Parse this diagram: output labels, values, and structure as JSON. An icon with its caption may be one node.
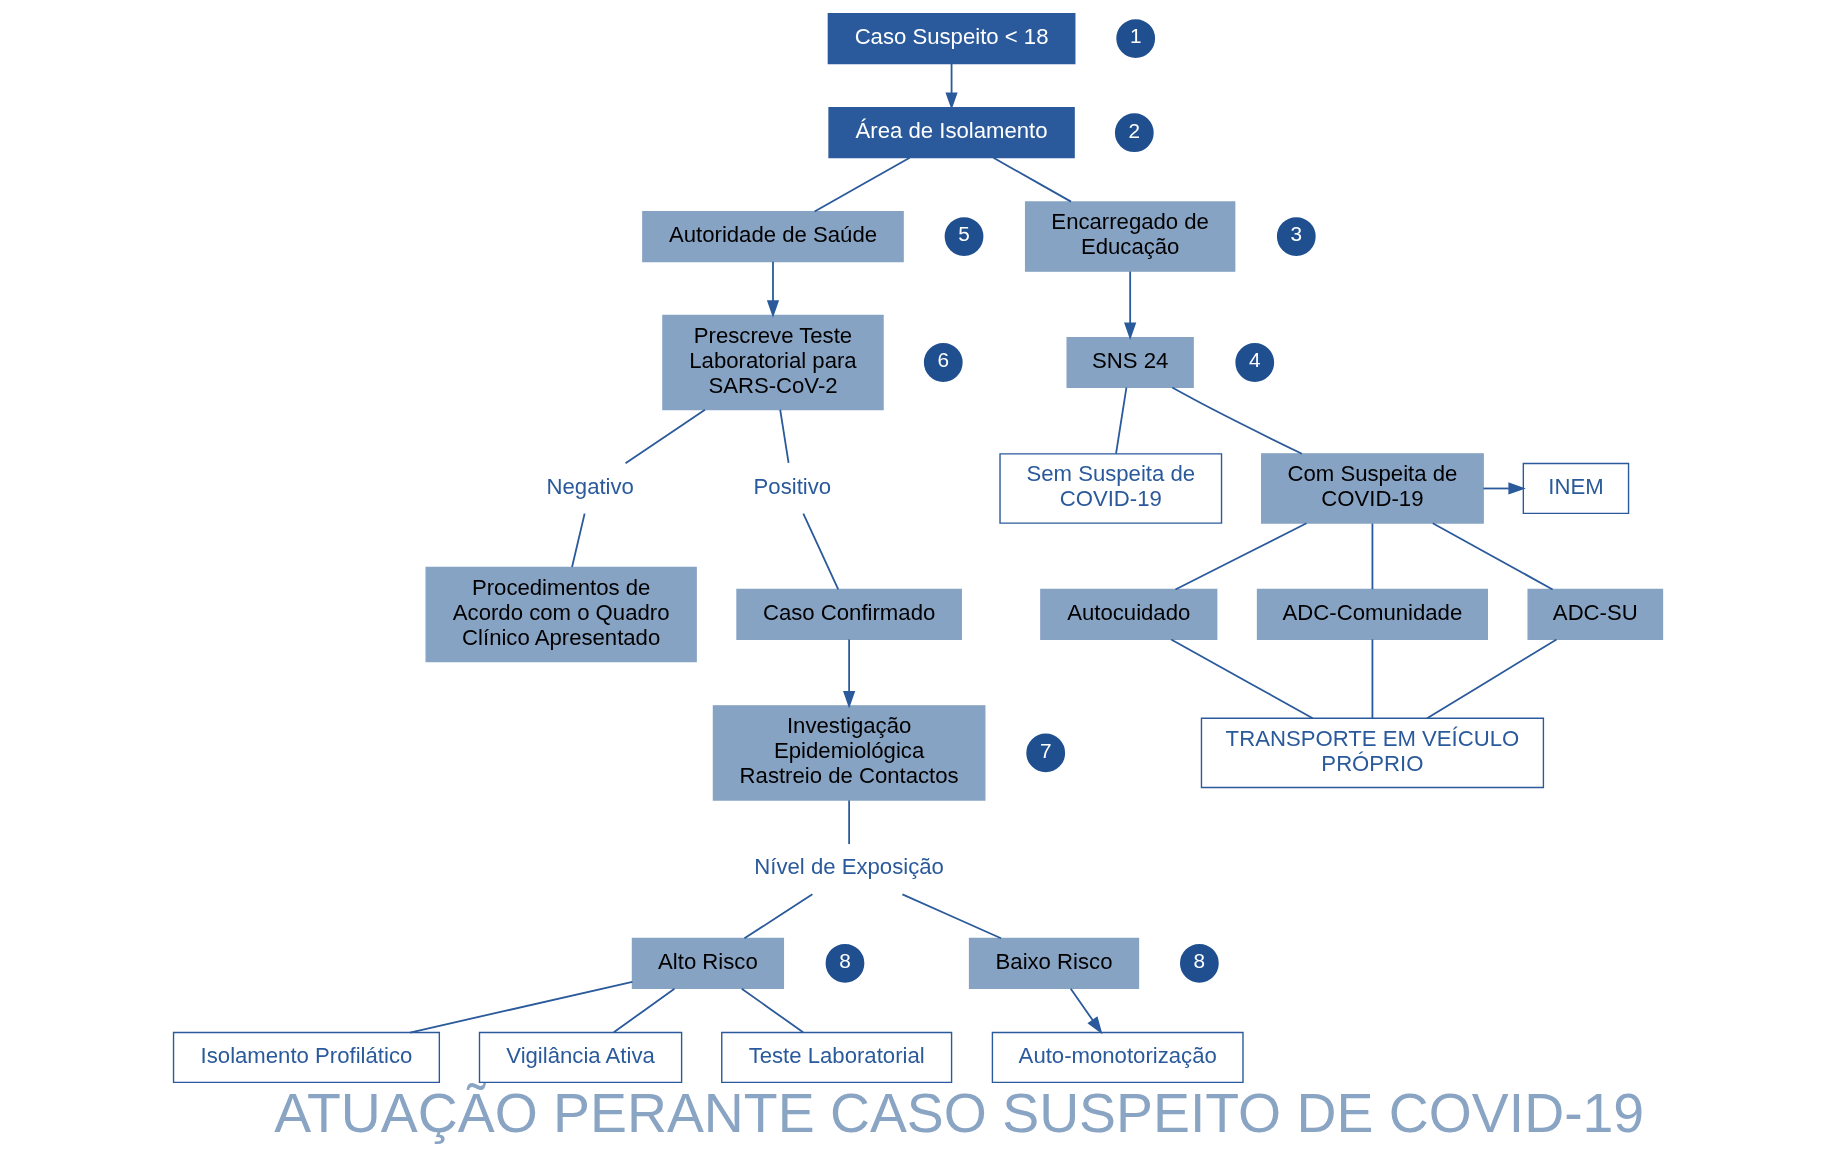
{
  "diagram": {
    "title": "ATUAÇÃO PERANTE CASO SUSPEITO DE COVID-19",
    "nodes": [
      {
        "text": [
          "Caso Suspeito < 18"
        ],
        "beside": [
          "1"
        ]
      },
      {
        "text": [
          "Área de Isolamento"
        ],
        "beside": [
          "2"
        ]
      },
      {
        "text": [
          "Autoridade de Saúde"
        ],
        "beside": [
          "5"
        ]
      },
      {
        "text": [
          "Encarregado de Educação"
        ],
        "beside": [
          "3"
        ]
      },
      {
        "text": [
          "Prescreve Teste Laboratorial para SARS-CoV-2"
        ],
        "beside": [
          "6"
        ]
      },
      {
        "text": [
          "SNS 24"
        ],
        "beside": [
          "4"
        ]
      },
      {
        "text": [
          "Negativo"
        ]
      },
      {
        "text": [
          "Positivo"
        ]
      },
      {
        "text": [
          "Sem Suspeita de COVID-19"
        ]
      },
      {
        "text": [
          "Com Suspeita de COVID-19"
        ]
      },
      {
        "text": [
          "INEM"
        ]
      },
      {
        "text": [
          "Procedimentos de Acordo com o Quadro Clínico Apresentado"
        ]
      },
      {
        "text": [
          "Caso Confirmado"
        ]
      },
      {
        "text": [
          "Autocuidado"
        ]
      },
      {
        "text": [
          "ADC-Comunidade"
        ]
      },
      {
        "text": [
          "ADC-SU"
        ]
      },
      {
        "text": [
          "Investigação Epidemiológica Rastreio de Contactos"
        ],
        "beside": [
          "7"
        ]
      },
      {
        "text": [
          "TRANSPORTE EM VEÍCULO PRÓPRIO"
        ]
      },
      {
        "text": [
          "Nível de Exposição"
        ]
      },
      {
        "text": [
          "Alto Risco"
        ],
        "beside": [
          "8"
        ]
      },
      {
        "text": [
          "Baixo Risco"
        ],
        "beside": [
          "8"
        ]
      },
      {
        "text": [
          "Isolamento Profilático"
        ]
      },
      {
        "text": [
          "Vigilância Ativa"
        ]
      },
      {
        "text": [
          "Teste Laboratorial"
        ]
      },
      {
        "text": [
          "Auto-monotorização"
        ]
      }
    ],
    "edges": [
      {
        "from": 0,
        "to": 1,
        "arrow": "to"
      },
      {
        "from": 1,
        "to": 2,
        "arrow": "none"
      },
      {
        "from": 1,
        "to": 3,
        "arrow": "none"
      },
      {
        "from": 2,
        "to": 4,
        "arrow": "to"
      },
      {
        "from": 3,
        "to": 5,
        "arrow": "to"
      },
      {
        "from": 4,
        "to": 6,
        "arrow": "none"
      },
      {
        "from": 4,
        "to": 7,
        "arrow": "none"
      },
      {
        "from": 6,
        "to": 11,
        "arrow": "none"
      },
      {
        "from": 7,
        "to": 12,
        "arrow": "none"
      },
      {
        "from": 5,
        "to": 8,
        "arrow": "none"
      },
      {
        "from": 5,
        "to": 9,
        "arrow": "none"
      },
      {
        "from": 9,
        "to": 10,
        "arrow": "to"
      },
      {
        "from": 9,
        "to": 13,
        "arrow": "none"
      },
      {
        "from": 9,
        "to": 14,
        "arrow": "none"
      },
      {
        "from": 9,
        "to": 15,
        "arrow": "none"
      },
      {
        "from": 13,
        "to": 17,
        "arrow": "none"
      },
      {
        "from": 14,
        "to": 17,
        "arrow": "none"
      },
      {
        "from": 15,
        "to": 17,
        "arrow": "none"
      },
      {
        "from": 12,
        "to": 16,
        "arrow": "to"
      },
      {
        "from": 16,
        "to": 18,
        "arrow": "none"
      },
      {
        "from": 18,
        "to": 19,
        "arrow": "none"
      },
      {
        "from": 18,
        "to": 20,
        "arrow": "none"
      },
      {
        "from": 19,
        "to": 21,
        "arrow": "none"
      },
      {
        "from": 19,
        "to": 22,
        "arrow": "none"
      },
      {
        "from": 19,
        "to": 23,
        "arrow": "none"
      },
      {
        "from": 20,
        "to": 24,
        "arrow": "to"
      }
    ]
  }
}
